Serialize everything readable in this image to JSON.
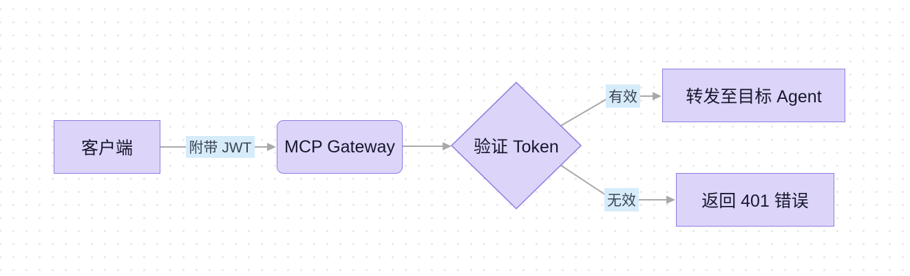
{
  "diagram": {
    "type": "flowchart",
    "direction": "left-to-right",
    "nodes": {
      "client": {
        "label": "客户端",
        "shape": "rectangle"
      },
      "gateway": {
        "label": "MCP Gateway",
        "shape": "rounded-rectangle"
      },
      "verify": {
        "label": "验证 Token",
        "shape": "diamond"
      },
      "forward": {
        "label": "转发至目标 Agent",
        "shape": "rectangle"
      },
      "reject": {
        "label": "返回 401 错误",
        "shape": "rectangle"
      }
    },
    "edges": [
      {
        "from": "client",
        "to": "gateway",
        "label": "附带 JWT"
      },
      {
        "from": "gateway",
        "to": "verify",
        "label": ""
      },
      {
        "from": "verify",
        "to": "forward",
        "label": "有效"
      },
      {
        "from": "verify",
        "to": "reject",
        "label": "无效"
      }
    ],
    "colors": {
      "node_fill": "#ddd4f9",
      "node_border": "#8c7ae0",
      "node_text": "#16182d",
      "edge_line": "#a9a9a9",
      "edge_label_bg": "#d7ecfb",
      "edge_label_text": "#3c4354",
      "background": "#ffffff",
      "grid_dot": "#e9e9e9"
    }
  }
}
